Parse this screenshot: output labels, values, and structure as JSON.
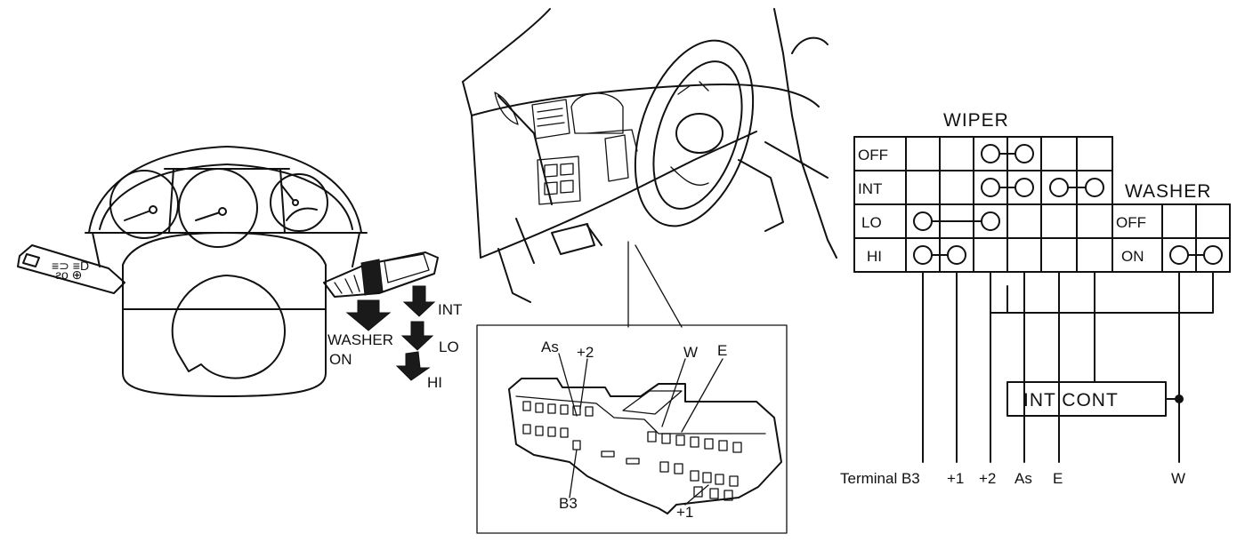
{
  "switch_labels": {
    "washer": "WASHER",
    "on": "ON",
    "int": "INT",
    "lo": "LO",
    "hi": "HI"
  },
  "connector_labels": {
    "as": "As",
    "p2": "+2",
    "w": "W",
    "e": "E",
    "b3": "B3",
    "p1": "+1"
  },
  "schematic": {
    "wiper_title": "WIPER",
    "washer_title": "WASHER",
    "wiper_rows": [
      "OFF",
      "INT",
      "LO",
      "HI"
    ],
    "washer_rows": [
      "OFF",
      "ON"
    ],
    "int_cont": "INT CONT",
    "terminals": [
      "Terminal B3",
      "+1",
      "+2",
      "As",
      "E",
      "W"
    ]
  }
}
